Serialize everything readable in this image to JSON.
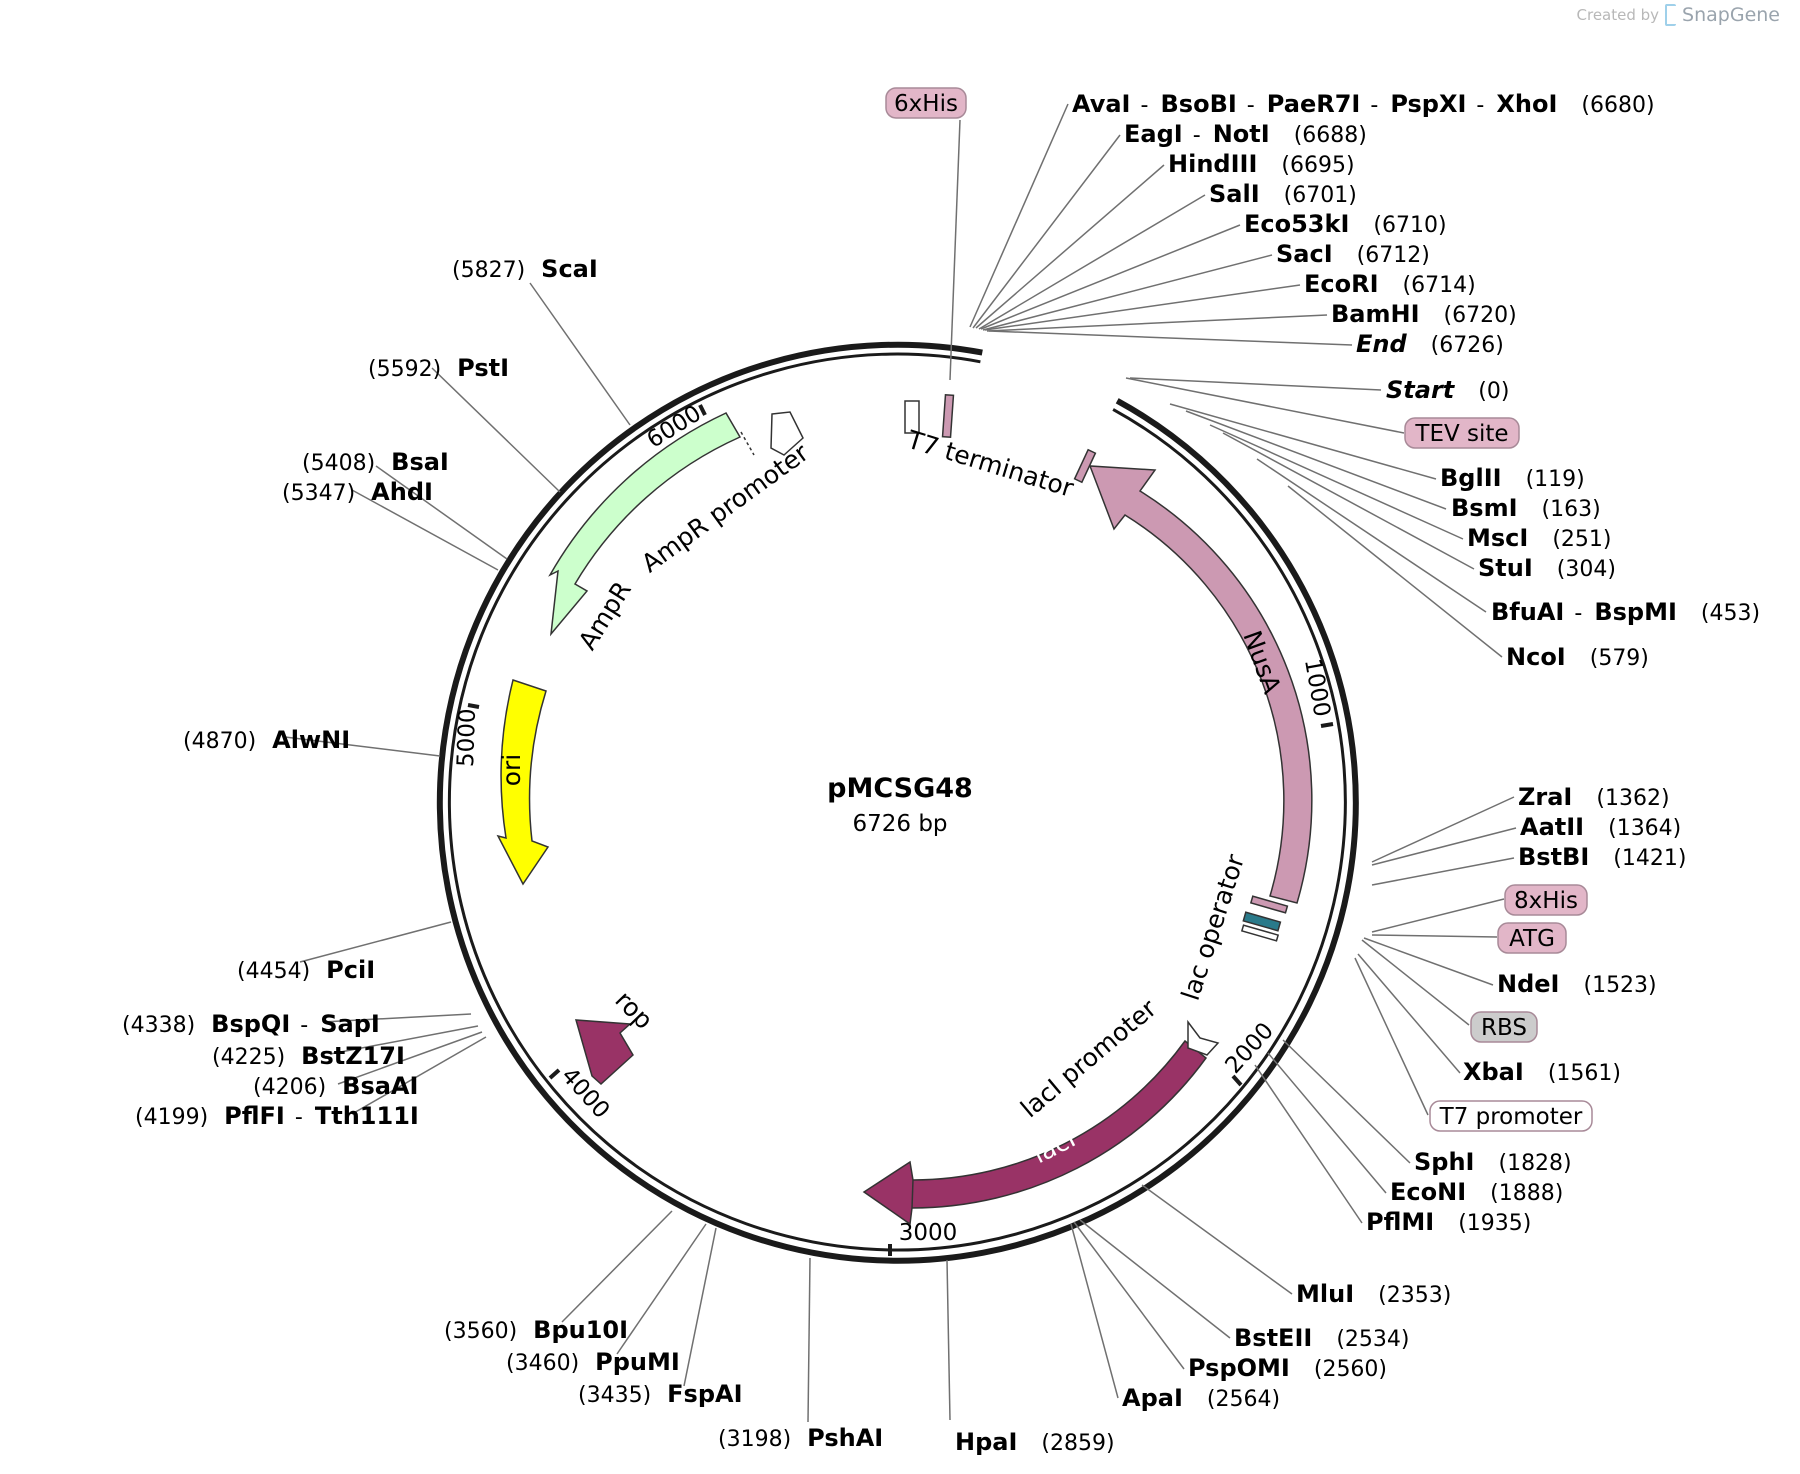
{
  "credit": {
    "prefix": "Created by",
    "brand": "SnapGene"
  },
  "plasmid": {
    "name": "pMCSG48",
    "size": "6726 bp"
  },
  "ticks": [
    "1000",
    "2000",
    "3000",
    "4000",
    "5000",
    "6000"
  ],
  "features": [
    {
      "name": "NusA",
      "color": "#cc99b2",
      "direction": "clockwise"
    },
    {
      "name": "lacI",
      "color": "#993366",
      "direction": "counterclockwise"
    },
    {
      "name": "lacI promoter",
      "color": "#ffffff",
      "direction": "counterclockwise"
    },
    {
      "name": "lac operator",
      "color": "#ffffff"
    },
    {
      "name": "rop",
      "color": "#993366",
      "direction": "counterclockwise"
    },
    {
      "name": "ori",
      "color": "#ffff00",
      "direction": "counterclockwise"
    },
    {
      "name": "AmpR",
      "color": "#ccffcc",
      "direction": "counterclockwise"
    },
    {
      "name": "AmpR promoter",
      "color": "#ffffff",
      "direction": "counterclockwise"
    },
    {
      "name": "T7 terminator",
      "color": "#ffffff"
    }
  ],
  "tags": [
    {
      "name": "6xHis",
      "color": "#e2b6c8"
    },
    {
      "name": "TEV site",
      "color": "#e2b6c8"
    },
    {
      "name": "8xHis",
      "color": "#e2b6c8"
    },
    {
      "name": "ATG",
      "color": "#e2b6c8"
    },
    {
      "name": "RBS",
      "color": "#cccccc"
    },
    {
      "name": "T7 promoter",
      "color": "#ffffff"
    }
  ],
  "sites": {
    "right": [
      {
        "names": [
          "AvaI",
          "BsoBI",
          "PaeR7I",
          "PspXI",
          "XhoI"
        ],
        "pos": "(6680)"
      },
      {
        "names": [
          "EagI",
          "NotI"
        ],
        "pos": "(6688)"
      },
      {
        "names": [
          "HindIII"
        ],
        "pos": "(6695)"
      },
      {
        "names": [
          "SalI"
        ],
        "pos": "(6701)"
      },
      {
        "names": [
          "Eco53kI"
        ],
        "pos": "(6710)"
      },
      {
        "names": [
          "SacI"
        ],
        "pos": "(6712)"
      },
      {
        "names": [
          "EcoRI"
        ],
        "pos": "(6714)"
      },
      {
        "names": [
          "BamHI"
        ],
        "pos": "(6720)"
      },
      {
        "names": [
          "End"
        ],
        "pos": "(6726)"
      },
      {
        "names": [
          "Start"
        ],
        "pos": "(0)"
      },
      {
        "names": [
          "BglII"
        ],
        "pos": "(119)"
      },
      {
        "names": [
          "BsmI"
        ],
        "pos": "(163)"
      },
      {
        "names": [
          "MscI"
        ],
        "pos": "(251)"
      },
      {
        "names": [
          "StuI"
        ],
        "pos": "(304)"
      },
      {
        "names": [
          "BfuAI",
          "BspMI"
        ],
        "pos": "(453)"
      },
      {
        "names": [
          "NcoI"
        ],
        "pos": "(579)"
      },
      {
        "names": [
          "ZraI"
        ],
        "pos": "(1362)"
      },
      {
        "names": [
          "AatII"
        ],
        "pos": "(1364)"
      },
      {
        "names": [
          "BstBI"
        ],
        "pos": "(1421)"
      },
      {
        "names": [
          "NdeI"
        ],
        "pos": "(1523)"
      },
      {
        "names": [
          "XbaI"
        ],
        "pos": "(1561)"
      },
      {
        "names": [
          "SphI"
        ],
        "pos": "(1828)"
      },
      {
        "names": [
          "EcoNI"
        ],
        "pos": "(1888)"
      },
      {
        "names": [
          "PflMI"
        ],
        "pos": "(1935)"
      },
      {
        "names": [
          "MluI"
        ],
        "pos": "(2353)"
      },
      {
        "names": [
          "BstEII"
        ],
        "pos": "(2534)"
      },
      {
        "names": [
          "PspOMI"
        ],
        "pos": "(2560)"
      },
      {
        "names": [
          "ApaI"
        ],
        "pos": "(2564)"
      },
      {
        "names": [
          "HpaI"
        ],
        "pos": "(2859)"
      }
    ],
    "left": [
      {
        "names": [
          "ScaI"
        ],
        "pos": "(5827)"
      },
      {
        "names": [
          "PstI"
        ],
        "pos": "(5592)"
      },
      {
        "names": [
          "BsaI"
        ],
        "pos": "(5408)"
      },
      {
        "names": [
          "AhdI"
        ],
        "pos": "(5347)"
      },
      {
        "names": [
          "AlwNI"
        ],
        "pos": "(4870)"
      },
      {
        "names": [
          "PciI"
        ],
        "pos": "(4454)"
      },
      {
        "names": [
          "BspQI",
          "SapI"
        ],
        "pos": "(4338)"
      },
      {
        "names": [
          "BstZ17I"
        ],
        "pos": "(4225)"
      },
      {
        "names": [
          "BsaAI"
        ],
        "pos": "(4206)"
      },
      {
        "names": [
          "PflFI",
          "Tth111I"
        ],
        "pos": "(4199)"
      },
      {
        "names": [
          "Bpu10I"
        ],
        "pos": "(3560)"
      },
      {
        "names": [
          "PpuMI"
        ],
        "pos": "(3460)"
      },
      {
        "names": [
          "FspAI"
        ],
        "pos": "(3435)"
      },
      {
        "names": [
          "PshAI"
        ],
        "pos": "(3198)"
      }
    ]
  }
}
